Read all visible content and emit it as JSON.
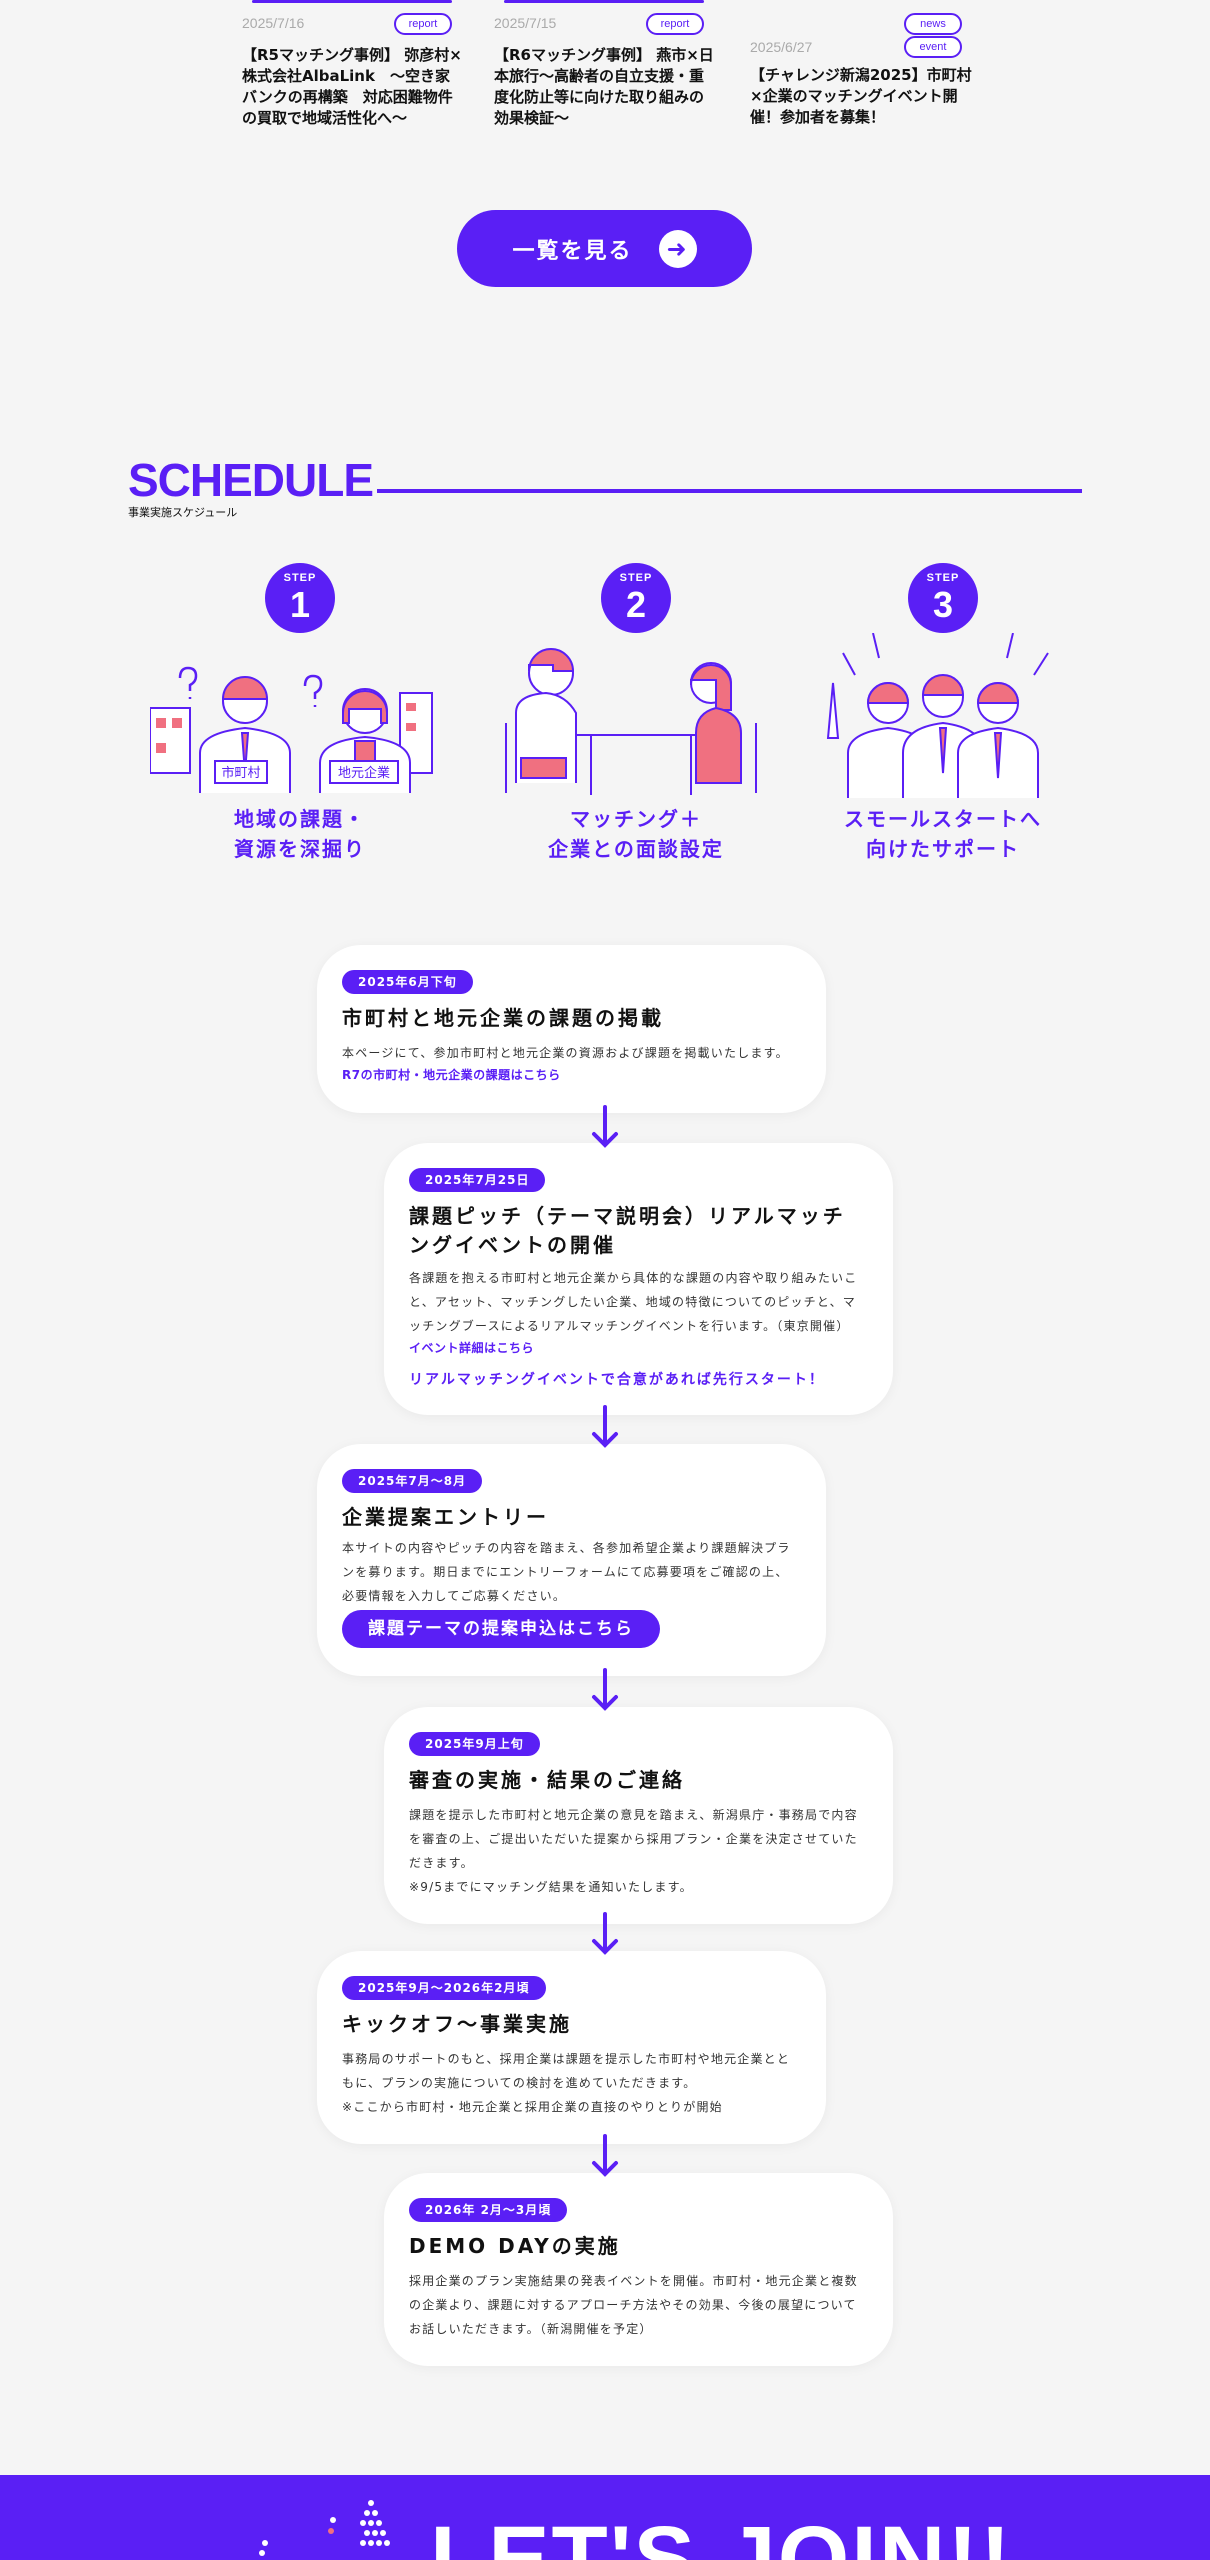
{
  "news": [
    {
      "date": "2025/7/16",
      "tags": [
        "report"
      ],
      "title": "【R5マッチング事例】 弥彦村×株式会社AlbaLink　～空き家バンクの再構築　対応困難物件の買取で地域活性化へ～"
    },
    {
      "date": "2025/7/15",
      "tags": [
        "report"
      ],
      "title": "【R6マッチング事例】 燕市×日本旅行～高齢者の自立支援・重度化防止等に向けた取り組みの効果検証～"
    },
    {
      "date": "2025/6/27",
      "tags": [
        "news",
        "event"
      ],
      "title": "【チャレンジ新潟2025】市町村×企業のマッチングイベント開催！参加者を募集！"
    }
  ],
  "more_button": "一覧を見る",
  "schedule": {
    "title": "SCHEDULE",
    "subtitle": "事業実施スケジュール",
    "steps": [
      {
        "label": "STEP",
        "num": "1",
        "caption1": "地域の課題・",
        "caption2": "資源を深掘り",
        "sign1": "市町村",
        "sign2": "地元企業"
      },
      {
        "label": "STEP",
        "num": "2",
        "caption1": "マッチング＋",
        "caption2": "企業との面談設定"
      },
      {
        "label": "STEP",
        "num": "3",
        "caption1": "スモールスタートへ",
        "caption2": "向けたサポート"
      }
    ]
  },
  "timeline": [
    {
      "date": "2025年6月下旬",
      "title": "市町村と地元企業の課題の掲載",
      "body": "本ページにて、参加市町村と地元企業の資源および課題を掲載いたします。",
      "link": "R7の市町村・地元企業の課題はこちら"
    },
    {
      "date": "2025年7月25日",
      "title": "課題ピッチ（テーマ説明会）リアルマッチングイベントの開催",
      "body": "各課題を抱える市町村と地元企業から具体的な課題の内容や取り組みたいこと、アセット、マッチングしたい企業、地域の特徴についてのピッチと、マッチングブースによるリアルマッチングイベントを行います。（東京開催）",
      "link": "イベント詳細はこちら",
      "highlight": "リアルマッチングイベントで合意があれば先行スタート！"
    },
    {
      "date": "2025年7月～8月",
      "title": "企業提案エントリー",
      "body": "本サイトの内容やピッチの内容を踏まえ、各参加希望企業より課題解決プランを募ります。期日までにエントリーフォームにて応募要項をご確認の上、必要情報を入力してご応募ください。",
      "button": "課題テーマの提案申込はこちら"
    },
    {
      "date": "2025年9月上旬",
      "title": "審査の実施・結果のご連絡",
      "body": "課題を提示した市町村と地元企業の意見を踏まえ、新潟県庁・事務局で内容を審査の上、ご提出いただいた提案から採用プラン・企業を決定させていただきます。",
      "note": "※9/5までにマッチング結果を通知いたします。"
    },
    {
      "date": "2025年9月～2026年2月頃",
      "title": "キックオフ～事業実施",
      "body": "事務局のサポートのもと、採用企業は課題を提示した市町村や地元企業とともに、プランの実施についての検討を進めていただきます。",
      "note": "※ここから市町村・地元企業と採用企業の直接のやりとりが開始"
    },
    {
      "date": "2026年 2月～3月頃",
      "title": "DEMO DAYの実施",
      "body": "採用企業のプラン実施結果の発表イベントを開催。市町村・地元企業と複数の企業より、課題に対するアプローチ方法やその効果、今後の展望についてお話しいただきます。（新潟開催を予定）"
    }
  ],
  "footer": {
    "title": "LET'S JOIN!!"
  },
  "colors": {
    "accent": "#5a1ff5",
    "pink": "#f07080",
    "bg": "#f5f5f5"
  }
}
